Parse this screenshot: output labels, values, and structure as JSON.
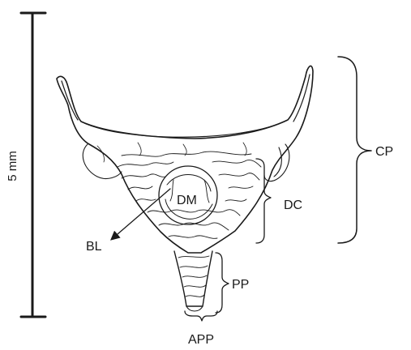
{
  "scale_bar": {
    "label": "5 mm"
  },
  "labels": {
    "cp": "CP",
    "dc": "DC",
    "dm": "DM",
    "bl": "BL",
    "pp": "PP",
    "app": "APP"
  },
  "colors": {
    "ink": "#1a1a1a",
    "background": "#ffffff"
  }
}
